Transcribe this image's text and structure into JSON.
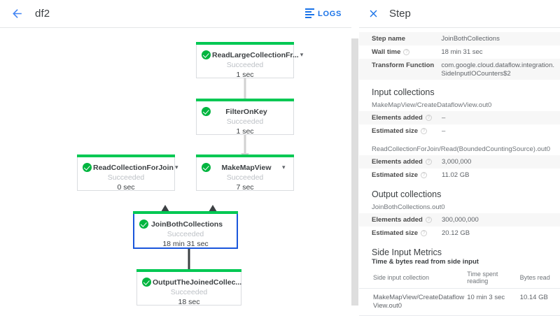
{
  "topbar": {
    "back_icon": "back-arrow-icon",
    "job_name": "df2",
    "logs_label": "LOGS",
    "logs_icon": "logs-lines-icon",
    "accent_color": "#1a73e8"
  },
  "graph": {
    "status_succeeded": "Succeeded",
    "node_colors": {
      "top_bar": "#00c853",
      "selected_border": "#1a56db",
      "check": "#00b53f"
    },
    "nodes": [
      {
        "id": "read-large-collection",
        "name": "ReadLargeCollectionFr...",
        "status": "Succeeded",
        "time": "1 sec",
        "selected": false,
        "has_chevron": true
      },
      {
        "id": "filter-on-key",
        "name": "FilterOnKey",
        "status": "Succeeded",
        "time": "1 sec",
        "selected": false,
        "has_chevron": false
      },
      {
        "id": "read-collection-for-join",
        "name": "ReadCollectionForJoin",
        "status": "Succeeded",
        "time": "0 sec",
        "selected": false,
        "has_chevron": true
      },
      {
        "id": "make-map-view",
        "name": "MakeMapView",
        "status": "Succeeded",
        "time": "7 sec",
        "selected": false,
        "has_chevron": true
      },
      {
        "id": "join-both-collections",
        "name": "JoinBothCollections",
        "status": "Succeeded",
        "time": "18 min 31 sec",
        "selected": true,
        "has_chevron": false
      },
      {
        "id": "output-the-joined-collection",
        "name": "OutputTheJoinedCollec...",
        "status": "Succeeded",
        "time": "18 sec",
        "selected": false,
        "has_chevron": false
      }
    ]
  },
  "panel": {
    "close_icon": "close-icon",
    "title": "Step",
    "summary": [
      {
        "key": "Step name",
        "value": "JoinBothCollections",
        "help": false
      },
      {
        "key": "Wall time",
        "value": "18 min 31 sec",
        "help": true
      },
      {
        "key": "Transform Function",
        "value": "com.google.cloud.dataflow.integration. SideInputIOCounters$2",
        "help": false
      }
    ],
    "input_collections": {
      "title": "Input collections",
      "groups": [
        {
          "name": "MakeMapView/CreateDataflowView.out0",
          "rows": [
            {
              "key": "Elements added",
              "value": "–",
              "help": true
            },
            {
              "key": "Estimated size",
              "value": "–",
              "help": true
            }
          ]
        },
        {
          "name": "ReadCollectionForJoin/Read(BoundedCountingSource).out0",
          "rows": [
            {
              "key": "Elements added",
              "value": "3,000,000",
              "help": true
            },
            {
              "key": "Estimated size",
              "value": "11.02 GB",
              "help": true
            }
          ]
        }
      ]
    },
    "output_collections": {
      "title": "Output collections",
      "groups": [
        {
          "name": "JoinBothCollections.out0",
          "rows": [
            {
              "key": "Elements added",
              "value": "300,000,000",
              "help": true
            },
            {
              "key": "Estimated size",
              "value": "20.12 GB",
              "help": true
            }
          ]
        }
      ]
    },
    "side_input_metrics": {
      "title": "Side Input Metrics",
      "subtitle": "Time & bytes read from side input",
      "columns": [
        "Side input collection",
        "Time spent reading",
        "Bytes read"
      ],
      "rows": [
        {
          "collection": "MakeMapView/CreateDataflow View.out0",
          "time_spent": "10 min 3 sec",
          "bytes_read": "10.14 GB"
        }
      ]
    }
  }
}
